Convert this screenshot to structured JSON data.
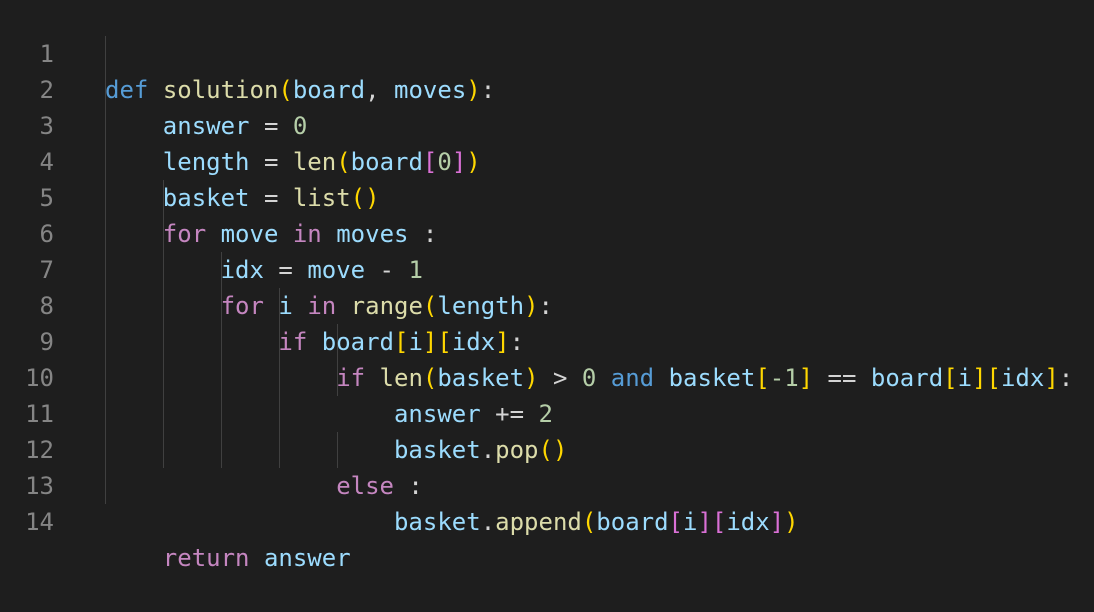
{
  "editor": {
    "language": "python",
    "theme": "dark",
    "colors": {
      "background": "#1e1e1e",
      "line_number": "#858585",
      "keyword": "#569cd6",
      "control_keyword": "#c586c0",
      "function": "#dcdcaa",
      "variable": "#9cdcfe",
      "number": "#b5cea8",
      "bracket_level_1": "#ffd700",
      "bracket_level_2": "#da70d6",
      "indent_guide": "#404040"
    },
    "lines": [
      {
        "number": "1",
        "text": "def solution(board, moves):"
      },
      {
        "number": "2",
        "text": "    answer = 0"
      },
      {
        "number": "3",
        "text": "    length = len(board[0])"
      },
      {
        "number": "4",
        "text": "    basket = list()"
      },
      {
        "number": "5",
        "text": "    for move in moves :"
      },
      {
        "number": "6",
        "text": "        idx = move - 1"
      },
      {
        "number": "7",
        "text": "        for i in range(length):"
      },
      {
        "number": "8",
        "text": "            if board[i][idx]:"
      },
      {
        "number": "9",
        "text": "                if len(basket) > 0 and basket[-1] == board[i][idx]:"
      },
      {
        "number": "10",
        "text": "                    answer += 2"
      },
      {
        "number": "11",
        "text": "                    basket.pop()"
      },
      {
        "number": "12",
        "text": "                else :"
      },
      {
        "number": "13",
        "text": "                    basket.append(board[i][idx])"
      },
      {
        "number": "14",
        "text": "    return answer"
      }
    ]
  }
}
